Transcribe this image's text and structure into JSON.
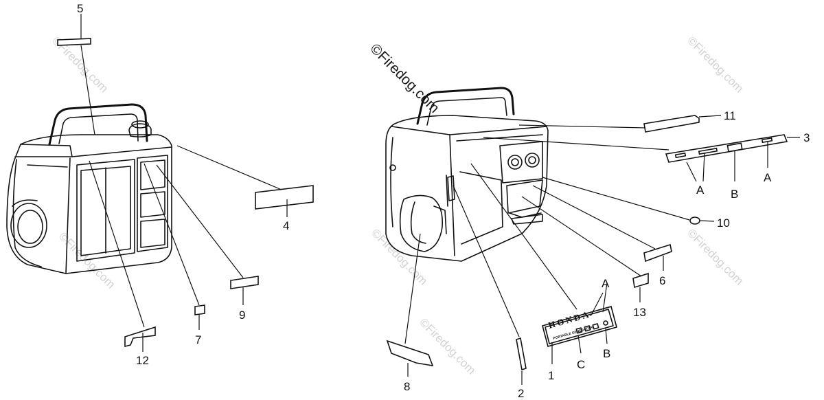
{
  "watermarks": {
    "main": "©Firedog.com",
    "faint": [
      "©Firedog.com",
      "©Firedog.com",
      "©Firedog.com",
      "©Firedog.com",
      "©Firedog.com",
      "©Firedog.com"
    ]
  },
  "callouts": {
    "p1": "1",
    "p2": "2",
    "p3": "3",
    "p4": "4",
    "p5": "5",
    "p6": "6",
    "p7": "7",
    "p8": "8",
    "p9": "9",
    "p10": "10",
    "p11": "11",
    "p12": "12",
    "p13": "13"
  },
  "sublabels": {
    "p3_a1": "A",
    "p3_a2": "A",
    "p3_b": "B",
    "p1_a": "A",
    "p1_b": "B",
    "p1_c": "C"
  },
  "emblem": {
    "brand": "HONDA",
    "subtitle": "PORTABLE GENERATOR"
  }
}
